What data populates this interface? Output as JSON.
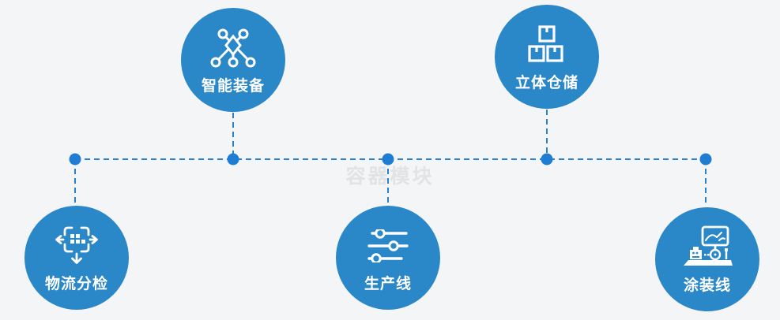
{
  "diagram": {
    "watermark": "容器模块",
    "background_color": "#f4f5f6",
    "node_color": "#2a87c8",
    "connector_color": "#2b80cc",
    "junction_dot_color": "#1f7ed4",
    "label_color": "#ffffff",
    "watermark_color": "#e2e3e5",
    "nodes": [
      {
        "id": "smart-equipment",
        "label": "智能装备",
        "icon": "network-nodes-icon",
        "position": "top-left"
      },
      {
        "id": "stereo-warehouse",
        "label": "立体仓储",
        "icon": "stacked-boxes-icon",
        "position": "top-right"
      },
      {
        "id": "logistics-sorting",
        "label": "物流分检",
        "icon": "sorting-arrows-icon",
        "position": "bottom-left"
      },
      {
        "id": "production-line",
        "label": "生产线",
        "icon": "sliders-icon",
        "position": "bottom-center"
      },
      {
        "id": "painting-line",
        "label": "涂装线",
        "icon": "paint-station-icon",
        "position": "bottom-right"
      }
    ]
  }
}
